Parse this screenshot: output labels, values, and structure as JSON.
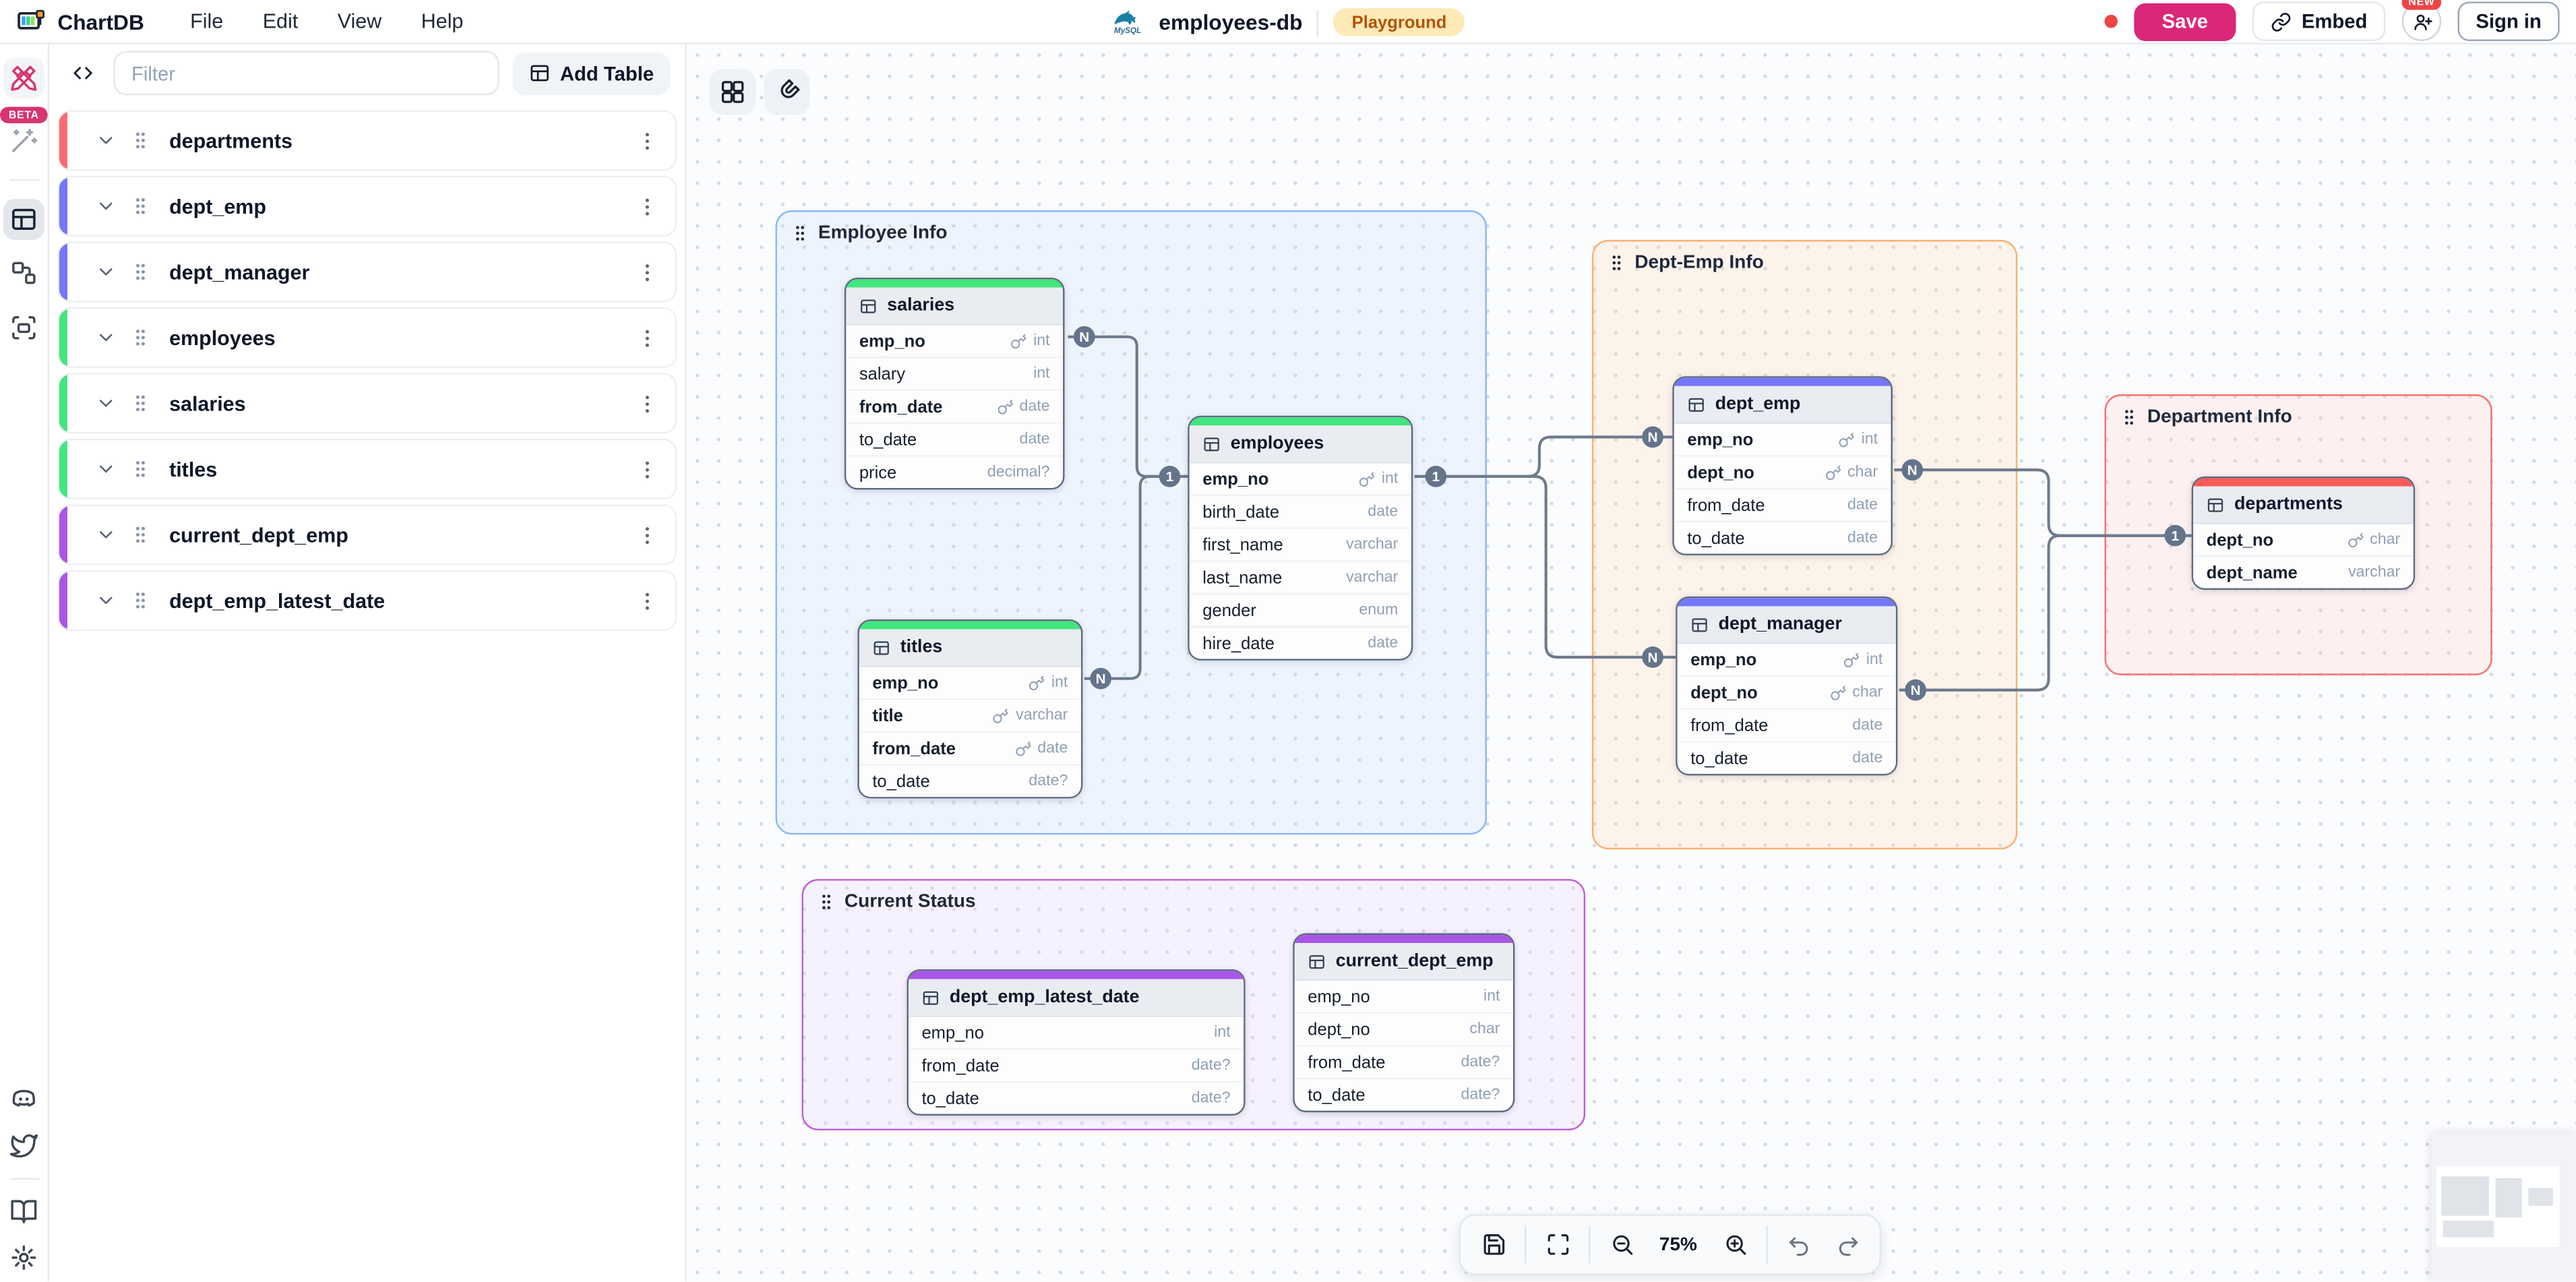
{
  "header": {
    "brand": "ChartDB",
    "menus": [
      {
        "label": "File"
      },
      {
        "label": "Edit"
      },
      {
        "label": "View"
      },
      {
        "label": "Help"
      }
    ],
    "database": {
      "name": "employees-db",
      "engine": "MySQL"
    },
    "environment_badge": "Playground",
    "save_label": "Save",
    "embed_label": "Embed",
    "new_badge": "NEW",
    "sign_in_label": "Sign in",
    "accent_pink": "#db2777",
    "unsaved_dot": "#ef4444"
  },
  "activity_bar": {
    "beta_badge": "BETA"
  },
  "side_panel": {
    "filter_placeholder": "Filter",
    "add_table_label": "Add Table",
    "tables": [
      {
        "name": "departments",
        "color": "#fb6a72"
      },
      {
        "name": "dept_emp",
        "color": "#7477f8"
      },
      {
        "name": "dept_manager",
        "color": "#7477f8"
      },
      {
        "name": "employees",
        "color": "#43e57e"
      },
      {
        "name": "salaries",
        "color": "#43e57e"
      },
      {
        "name": "titles",
        "color": "#43e57e"
      },
      {
        "name": "current_dept_emp",
        "color": "#a956e8"
      },
      {
        "name": "dept_emp_latest_date",
        "color": "#a956e8"
      }
    ]
  },
  "canvas": {
    "groups": [
      {
        "label": "Employee Info",
        "border": "#86b9f8",
        "fill": "rgba(191,219,254,0.22)"
      },
      {
        "label": "Dept-Emp Info",
        "border": "#f9b170",
        "fill": "rgba(254,215,170,0.22)"
      },
      {
        "label": "Department Info",
        "border": "#f87171",
        "fill": "rgba(254,202,202,0.25)"
      },
      {
        "label": "Current Status",
        "border": "#c05fd6",
        "fill": "rgba(233,213,255,0.28)"
      }
    ],
    "tables": [
      {
        "name": "salaries",
        "bar": "#43e57e",
        "fields": [
          {
            "name": "emp_no",
            "type": "int",
            "key": true,
            "bold": true
          },
          {
            "name": "salary",
            "type": "int"
          },
          {
            "name": "from_date",
            "type": "date",
            "key": true,
            "bold": true
          },
          {
            "name": "to_date",
            "type": "date"
          },
          {
            "name": "price",
            "type": "decimal?"
          }
        ]
      },
      {
        "name": "titles",
        "bar": "#43e57e",
        "fields": [
          {
            "name": "emp_no",
            "type": "int",
            "key": true,
            "bold": true
          },
          {
            "name": "title",
            "type": "varchar",
            "key": true,
            "bold": true
          },
          {
            "name": "from_date",
            "type": "date",
            "key": true,
            "bold": true
          },
          {
            "name": "to_date",
            "type": "date?"
          }
        ]
      },
      {
        "name": "employees",
        "bar": "#43e57e",
        "fields": [
          {
            "name": "emp_no",
            "type": "int",
            "key": true,
            "bold": true
          },
          {
            "name": "birth_date",
            "type": "date"
          },
          {
            "name": "first_name",
            "type": "varchar"
          },
          {
            "name": "last_name",
            "type": "varchar"
          },
          {
            "name": "gender",
            "type": "enum"
          },
          {
            "name": "hire_date",
            "type": "date"
          }
        ]
      },
      {
        "name": "dept_emp",
        "bar": "#7477f8",
        "fields": [
          {
            "name": "emp_no",
            "type": "int",
            "key": true,
            "bold": true
          },
          {
            "name": "dept_no",
            "type": "char",
            "key": true,
            "bold": true
          },
          {
            "name": "from_date",
            "type": "date"
          },
          {
            "name": "to_date",
            "type": "date"
          }
        ]
      },
      {
        "name": "dept_manager",
        "bar": "#7477f8",
        "fields": [
          {
            "name": "emp_no",
            "type": "int",
            "key": true,
            "bold": true
          },
          {
            "name": "dept_no",
            "type": "char",
            "key": true,
            "bold": true
          },
          {
            "name": "from_date",
            "type": "date"
          },
          {
            "name": "to_date",
            "type": "date"
          }
        ]
      },
      {
        "name": "departments",
        "bar": "#fb5a5a",
        "fields": [
          {
            "name": "dept_no",
            "type": "char",
            "key": true,
            "bold": true
          },
          {
            "name": "dept_name",
            "type": "varchar",
            "bold": true
          }
        ]
      },
      {
        "name": "dept_emp_latest_date",
        "bar": "#a956e8",
        "fields": [
          {
            "name": "emp_no",
            "type": "int"
          },
          {
            "name": "from_date",
            "type": "date?"
          },
          {
            "name": "to_date",
            "type": "date?"
          }
        ]
      },
      {
        "name": "current_dept_emp",
        "bar": "#a956e8",
        "fields": [
          {
            "name": "emp_no",
            "type": "int"
          },
          {
            "name": "dept_no",
            "type": "char"
          },
          {
            "name": "from_date",
            "type": "date?"
          },
          {
            "name": "to_date",
            "type": "date?"
          }
        ]
      }
    ],
    "badges": [
      {
        "label": "N"
      },
      {
        "label": "N"
      },
      {
        "label": "1"
      },
      {
        "label": "1"
      },
      {
        "label": "N"
      },
      {
        "label": "N"
      },
      {
        "label": "N"
      },
      {
        "label": "N"
      },
      {
        "label": "1"
      }
    ],
    "relationships": [
      {
        "from": "salaries.emp_no",
        "to": "employees.emp_no",
        "from_card": "N",
        "to_card": "1"
      },
      {
        "from": "titles.emp_no",
        "to": "employees.emp_no",
        "from_card": "N",
        "to_card": "1"
      },
      {
        "from": "dept_emp.emp_no",
        "to": "employees.emp_no",
        "from_card": "N",
        "to_card": "1"
      },
      {
        "from": "dept_manager.emp_no",
        "to": "employees.emp_no",
        "from_card": "N",
        "to_card": "1"
      },
      {
        "from": "dept_emp.dept_no",
        "to": "departments.dept_no",
        "from_card": "N",
        "to_card": "1"
      },
      {
        "from": "dept_manager.dept_no",
        "to": "departments.dept_no",
        "from_card": "N",
        "to_card": "1"
      }
    ]
  },
  "bottom_toolbar": {
    "zoom_level": "75%"
  }
}
